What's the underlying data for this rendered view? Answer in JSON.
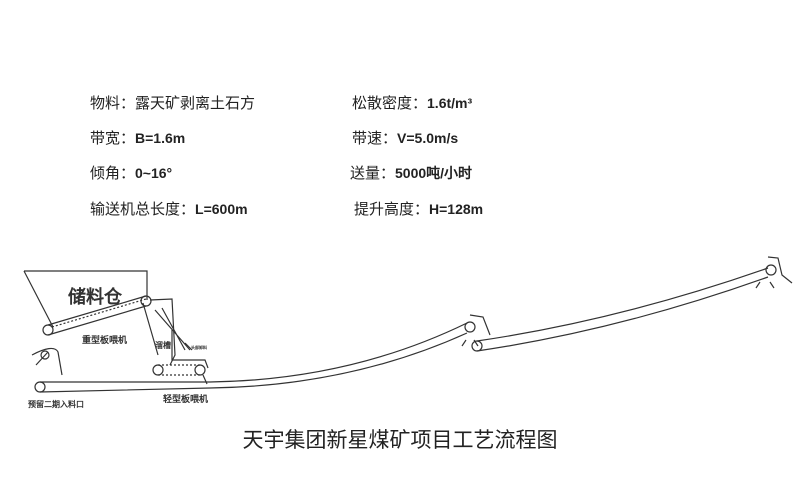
{
  "specs": [
    {
      "label": "物料：",
      "value": "露天矿剥离土石方"
    },
    {
      "label": "松散密度：",
      "value": "1.6t/m³"
    },
    {
      "label": "带宽：",
      "value": "B=1.6m"
    },
    {
      "label": "带速：",
      "value": "V=5.0m/s"
    },
    {
      "label": "倾角：",
      "value": "0~16°"
    },
    {
      "label": "送量：",
      "value": "5000吨/小时"
    },
    {
      "label": "输送机总长度：",
      "value": "L=600m"
    },
    {
      "label": "提升高度：",
      "value": "H=128m"
    }
  ],
  "diagram": {
    "bin": "储料仓",
    "heavy_feeder": "重型板喂机",
    "chute": "溜槽",
    "small_note": "头部卸料",
    "reserved_inlet": "预留二期入料口",
    "light_feeder": "轻型板喂机"
  },
  "title": "天宇集团新星煤矿项目工艺流程图"
}
